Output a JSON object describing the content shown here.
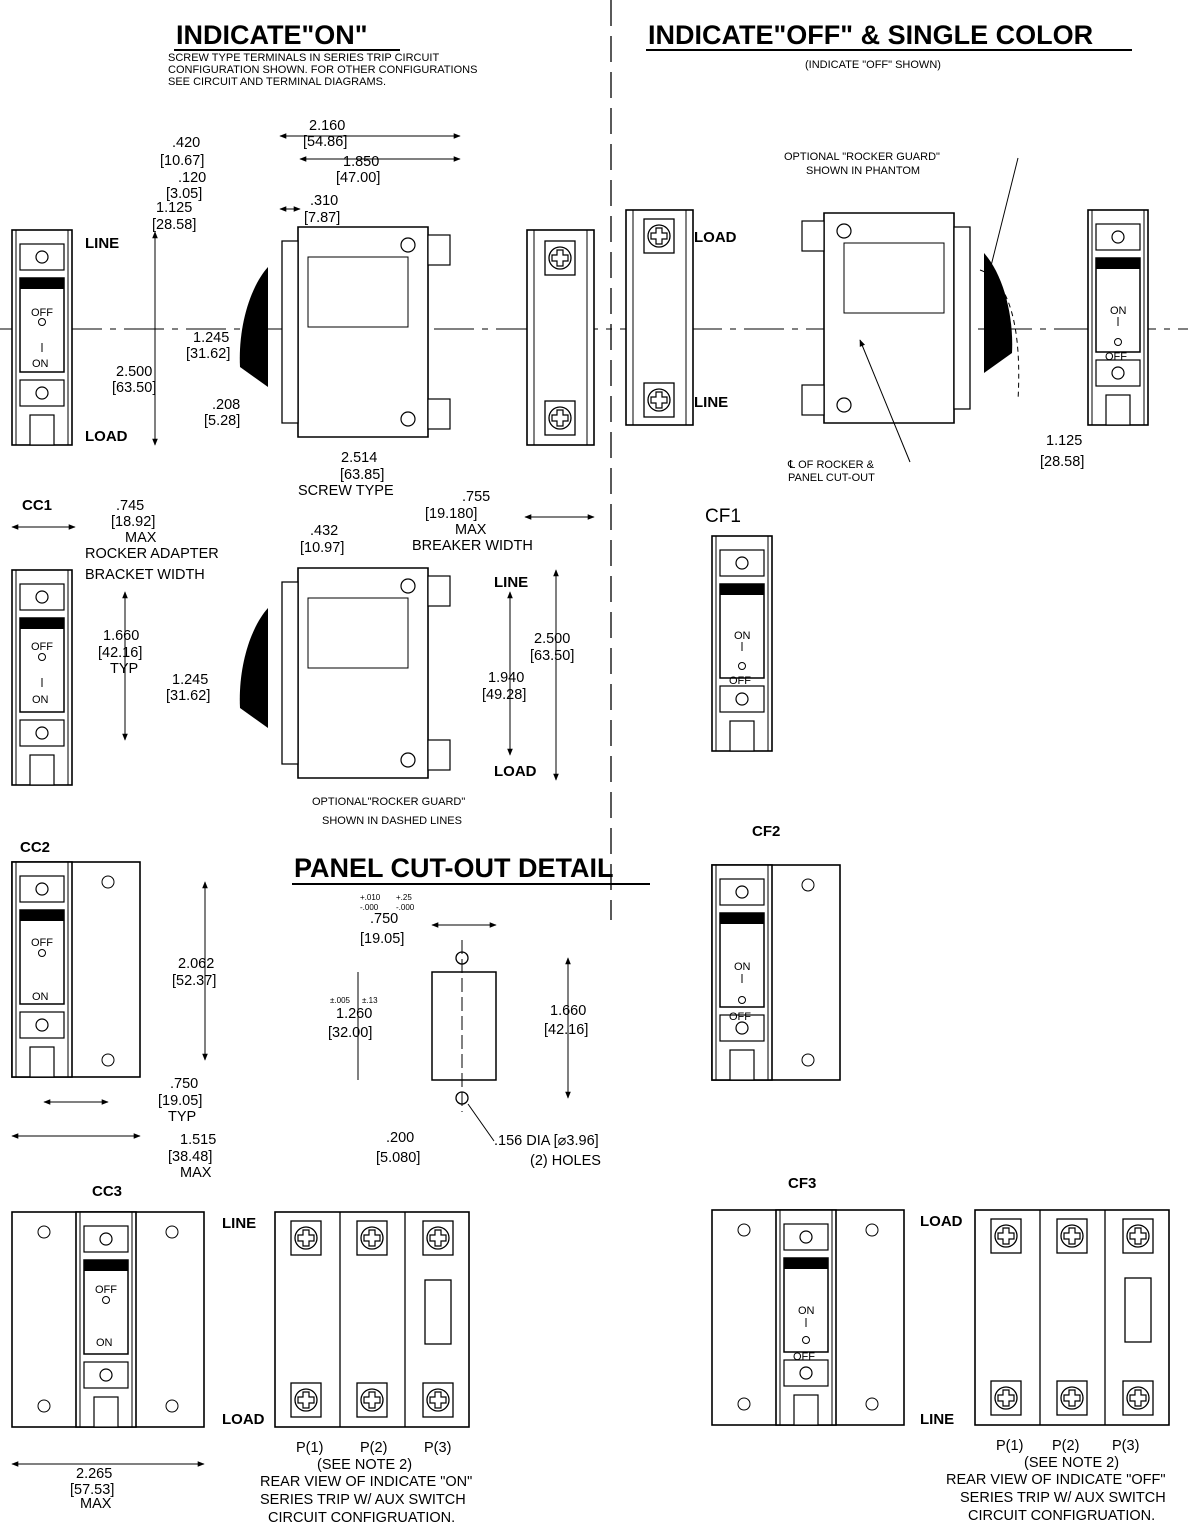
{
  "headings": {
    "indicate_on": "INDICATE\"ON\"",
    "indicate_off": "INDICATE\"OFF\" & SINGLE COLOR",
    "panel_cutout": "PANEL CUT-OUT DETAIL"
  },
  "notes": {
    "on_note_1": "SCREW TYPE TERMINALS IN SERIES TRIP CIRCUIT",
    "on_note_2": "CONFIGURATION SHOWN. FOR OTHER CONFIGURATIONS",
    "on_note_3": "SEE CIRCUIT AND TERMINAL DIAGRAMS.",
    "off_shown": "(INDICATE \"OFF\" SHOWN)",
    "rocker_guard_1": "OPTIONAL \"ROCKER GUARD\"",
    "rocker_guard_2": "SHOWN IN PHANTOM",
    "cl_rocker_1": "℄ OF ROCKER &",
    "cl_rocker_2": "PANEL CUT-OUT",
    "opt_guard_1": "OPTIONAL\"ROCKER GUARD\"",
    "opt_guard_2": "SHOWN IN DASHED LINES",
    "screw_type": "SCREW TYPE",
    "max": "MAX",
    "typ": "TYP",
    "breaker_width": "BREAKER WIDTH",
    "rocker_adapter": "ROCKER ADAPTER",
    "bracket_width": "BRACKET WIDTH",
    "dia_holes": ".156 DIA [⌀3.96]",
    "two_holes": "(2) HOLES",
    "see_note": "(SEE NOTE 2)",
    "rear_on": "REAR VIEW OF INDICATE \"ON\"",
    "rear_off": "REAR VIEW OF INDICATE \"OFF\"",
    "series_trip": "SERIES TRIP W/ AUX SWITCH",
    "circuit_config": "CIRCUIT CONFIGRUATION."
  },
  "view_labels": {
    "cc1": "CC1",
    "cc2": "CC2",
    "cc3": "CC3",
    "cf1": "CF1",
    "cf2": "CF2",
    "cf3": "CF3"
  },
  "terminal_labels": {
    "line": "LINE",
    "load": "LOAD",
    "on": "ON",
    "off": "OFF",
    "p1": "P(1)",
    "p2": "P(2)",
    "p3": "P(3)"
  },
  "dimensions": {
    "d_420": ".420",
    "d_10_67": "[10.67]",
    "d_120": ".120",
    "d_3_05": "[3.05]",
    "d_1125": "1.125",
    "d_28_58": "[28.58]",
    "d_2160": "2.160",
    "d_54_86": "[54.86]",
    "d_1850": "1.850",
    "d_47_00": "[47.00]",
    "d_310": ".310",
    "d_7_87": "[7.87]",
    "d_1245": "1.245",
    "d_31_62": "[31.62]",
    "d_2500": "2.500",
    "d_63_50": "[63.50]",
    "d_208": ".208",
    "d_5_28": "[5.28]",
    "d_2514": "2.514",
    "d_63_85": "[63.85]",
    "d_755": ".755",
    "d_19_180": "[19.180]",
    "d_745": ".745",
    "d_18_92": "[18.92]",
    "d_432": ".432",
    "d_10_97": "[10.97]",
    "d_1660": "1.660",
    "d_42_16": "[42.16]",
    "d_1940": "1.940",
    "d_49_28": "[49.28]",
    "d_2062": "2.062",
    "d_52_37": "[52.37]",
    "d_750": ".750",
    "d_19_05": "[19.05]",
    "d_1515": "1.515",
    "d_38_48": "[38.48]",
    "d_2265": "2.265",
    "d_57_53": "[57.53]",
    "d_1260": "1.260",
    "d_32_00": "[32.00]",
    "d_200": ".200",
    "d_5_080": "[5.080]",
    "tol_in_plus": "+.010",
    "tol_in_minus": "-.000",
    "tol_mm_plus": "+.25",
    "tol_mm_minus": "-.000",
    "tol_in_pm": "±.005",
    "tol_mm_pm": "±.13"
  }
}
